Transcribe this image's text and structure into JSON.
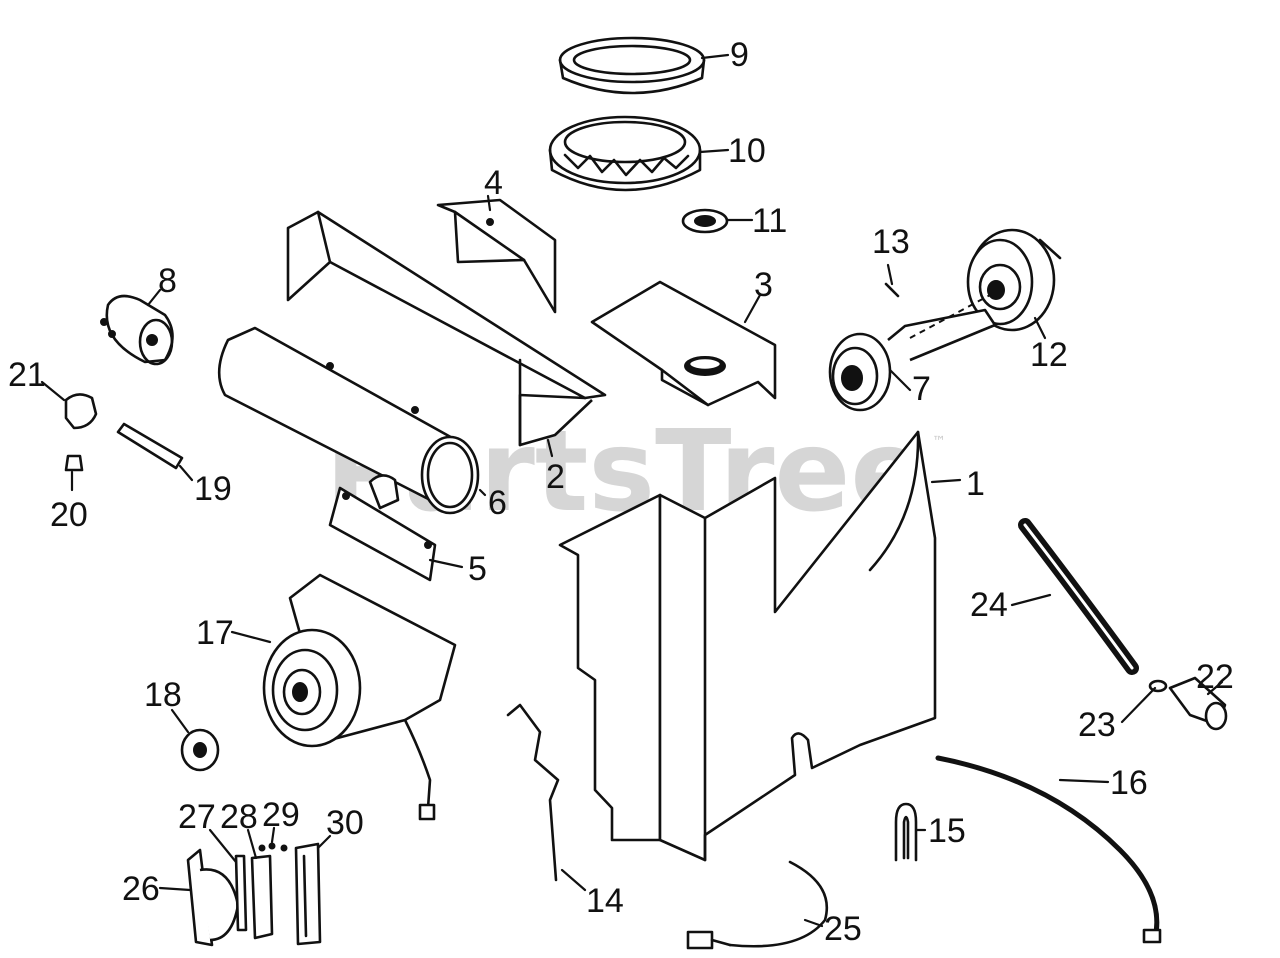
{
  "watermark": {
    "text": "PartsTree",
    "trademark": "™"
  },
  "callouts": {
    "c1": "1",
    "c2": "2",
    "c3": "3",
    "c4": "4",
    "c5": "5",
    "c6": "6",
    "c7": "7",
    "c8": "8",
    "c9": "9",
    "c10": "10",
    "c11": "11",
    "c12": "12",
    "c13": "13",
    "c14": "14",
    "c15": "15",
    "c16": "16",
    "c17": "17",
    "c18": "18",
    "c19": "19",
    "c20": "20",
    "c21": "21",
    "c22": "22",
    "c23": "23",
    "c24": "24",
    "c25": "25",
    "c26": "26",
    "c27": "27",
    "c28": "28",
    "c29": "29",
    "c30": "30"
  }
}
